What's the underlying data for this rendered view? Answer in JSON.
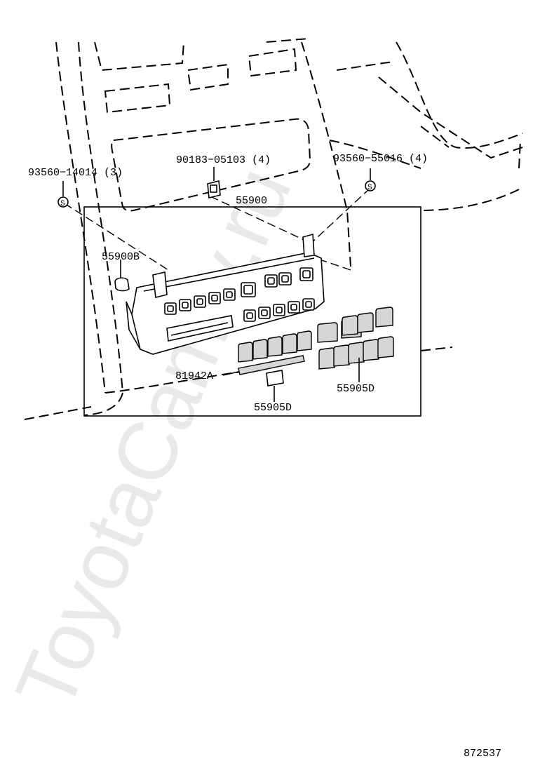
{
  "watermark": "ToyotaCamry.ru",
  "drawing_number": "872537",
  "labels": {
    "screw_left": "93560−14014 (3)",
    "clip_top": "90183−05103 (4)",
    "screw_right": "93560−55016 (4)",
    "assembly": "55900",
    "knob": "55900B",
    "plate": "81942A",
    "buttons_right": "55905D",
    "button_small": "55905D"
  }
}
